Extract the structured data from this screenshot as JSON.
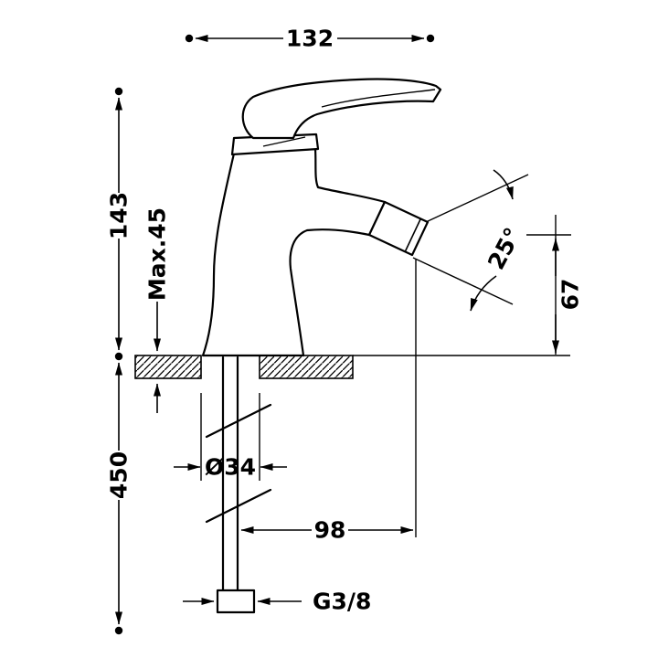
{
  "drawing": {
    "subject": "technical dimension drawing of a single-lever mixer tap, side elevation",
    "labels": {
      "width_top": "132",
      "height_body": "143",
      "deck_thickness": "Max.45",
      "hose_length": "450",
      "base_diameter": "Ø34",
      "spout_reach": "98",
      "thread": "G3/8",
      "spout_angle": "25°",
      "outlet_height": "67"
    },
    "colors": {
      "line": "#000000",
      "background": "#ffffff"
    }
  }
}
